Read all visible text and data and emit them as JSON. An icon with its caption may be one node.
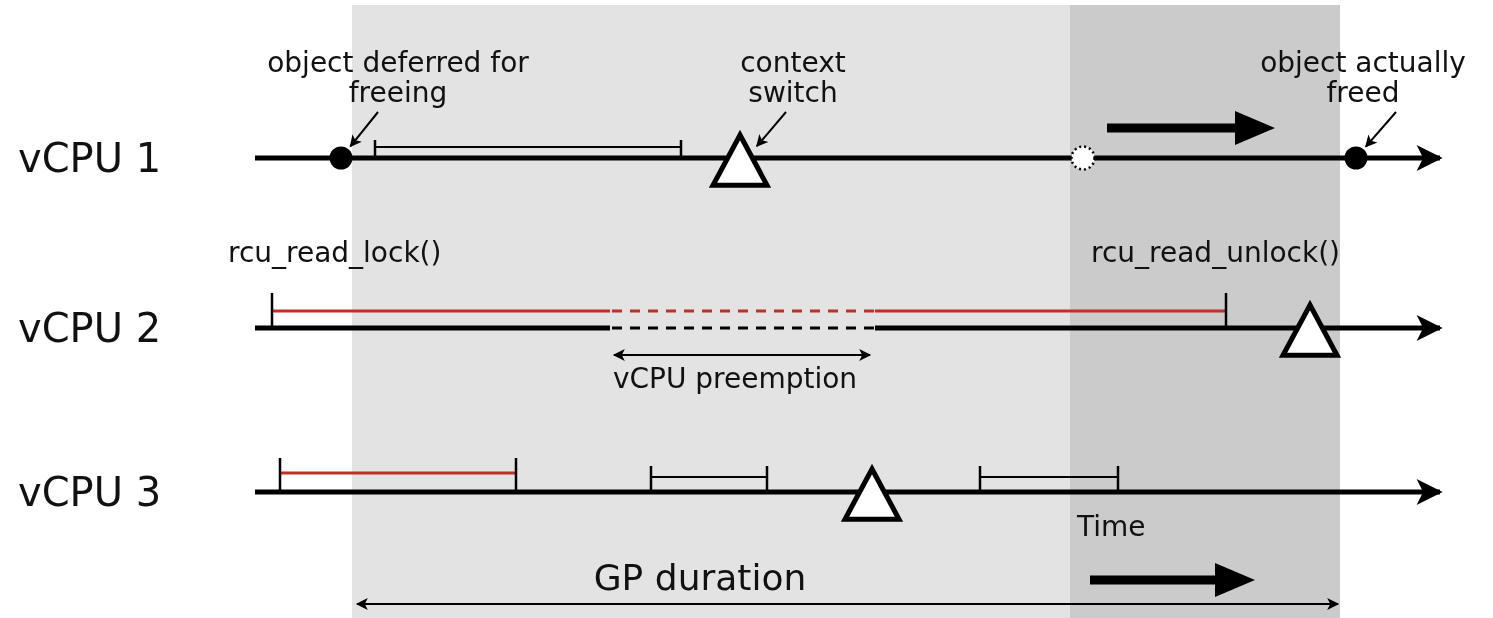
{
  "diagram": {
    "nodes": [
      {
        "text": [
          "object deferred for freeing"
        ]
      },
      {
        "text": [
          "context switch"
        ]
      },
      {
        "text": [
          "object actually freed"
        ]
      },
      {
        "text": [],
        "shape": "circle"
      },
      {
        "text": [],
        "shape": "triangle"
      },
      {
        "text": [],
        "shape": "circle"
      },
      {
        "text": [],
        "shape": "circle"
      },
      {
        "text": [],
        "shape": "triangle"
      },
      {
        "text": [],
        "shape": "triangle"
      }
    ],
    "edges": [
      {
        "from": 0,
        "to": 3,
        "arrow": "to"
      },
      {
        "from": 1,
        "to": 4,
        "arrow": "to"
      },
      {
        "from": 2,
        "to": 6,
        "arrow": "to"
      }
    ],
    "labels": [
      "vCPU 1",
      "rcu_read_lock()",
      "rcu_read_unlock()",
      "vCPU 2",
      "vCPU preemption",
      "vCPU 3",
      "Time",
      "GP duration"
    ]
  }
}
